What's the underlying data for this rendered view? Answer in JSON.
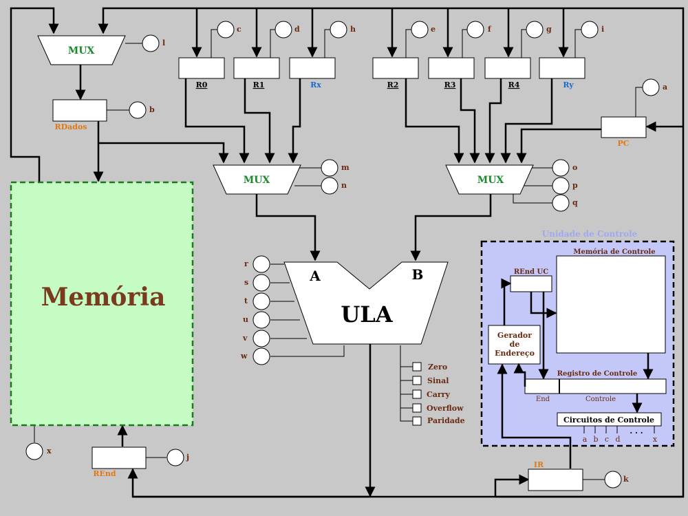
{
  "colors": {
    "background": "#c8c8c8",
    "memory_fill": "#c4fcc4",
    "memory_border": "#1a7a1a",
    "memory_text": "#7a3a1e",
    "mux_text": "#1a8a2a",
    "register_black": "#000000",
    "register_blue": "#1a6ad0",
    "orange": "#e07818",
    "signal": "#6a2a10",
    "control_unit_fill": "#c4c8f8",
    "control_unit_title": "#a0a8f0",
    "control_text": "#6a2a10"
  },
  "diagram": {
    "memory_label": "Memória",
    "mux_label": "MUX",
    "alu": {
      "label": "ULA",
      "input_a": "A",
      "input_b": "B"
    },
    "registers": {
      "r0": "R0",
      "r1": "R1",
      "rx": "Rx",
      "r2": "R2",
      "r3": "R3",
      "r4": "R4",
      "ry": "Ry",
      "rdados": "RDados",
      "pc": "PC",
      "rend": "REnd",
      "ir": "IR"
    },
    "signals": {
      "a": "a",
      "b": "b",
      "c": "c",
      "d": "d",
      "e": "e",
      "f": "f",
      "g": "g",
      "h": "h",
      "i": "i",
      "j": "j",
      "k": "k",
      "l": "l",
      "m": "m",
      "n": "n",
      "o": "o",
      "p": "p",
      "q": "q",
      "r": "r",
      "s": "s",
      "t": "t",
      "u": "u",
      "v": "v",
      "w": "w",
      "x": "x"
    },
    "flags": [
      "Zero",
      "Sinal",
      "Carry",
      "Overflow",
      "Paridade"
    ],
    "control_unit": {
      "title": "Unidade de Controle",
      "control_memory": "Memória de Controle",
      "rend_uc": "REnd UC",
      "address_generator": [
        "Gerador",
        "de",
        "Endereço"
      ],
      "control_register": "Registro de Controle",
      "end_label": "End",
      "controle_label": "Controle",
      "control_circuits": "Circuitos de Controle",
      "outputs": [
        "a",
        "b",
        "c",
        "d",
        ". . .",
        "x"
      ]
    }
  }
}
